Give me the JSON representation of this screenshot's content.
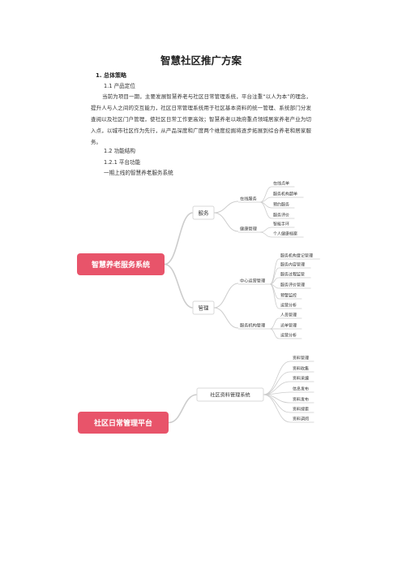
{
  "title": "智慧社区推广方案",
  "section1": "1. 总体策略",
  "s11": "1.1 产品定位",
  "paragraph": "当前为项目一期，主要发展智慧养老与社区日常管理系统，平台注重“以人为本”的理念，提升人与人之间的交互能力，社区日常管理系统用于社区基本资料的统一管理、系统部门分发查阅以及社区门户管理，使社区日常工作更高效；智慧养老以政府重点领域居家养老产业为切入点，以城市社区作为先行，从产品深度和广度两个维度挖掘将逐步拓展到综合养老和居家服务。",
  "s12": "1.2 功能结构",
  "s121": "1.2.1 平台功能",
  "phase1": "一期上线的智慧养老服务系统",
  "mindmap1": {
    "root": "智慧养老服务系统",
    "branches": [
      {
        "label": "服务",
        "groups": [
          {
            "label": "在线服务",
            "leaves": [
              "在线点单",
              "服务机构超单",
              "预约服务",
              "服务评价"
            ]
          },
          {
            "label": "健康管理",
            "leaves": [
              "智能手环",
              "个人健康档案"
            ]
          }
        ]
      },
      {
        "label": "管理",
        "groups": [
          {
            "label": "中心运营管理",
            "leaves": [
              "服务机构登记管理",
              "服务内容管理",
              "服务过程监管",
              "服务评价管理",
              "预警监控",
              "运营分析"
            ]
          },
          {
            "label": "服务机构管理",
            "leaves": [
              "人员管理",
              "派单管理",
              "运营分析"
            ]
          }
        ]
      }
    ]
  },
  "mindmap2": {
    "root": "社区日常管理平台",
    "branch": "社区资料管理系统",
    "leaves": [
      "资料管理",
      "资料收集",
      "资料采编",
      "信息发布",
      "资料发布",
      "资料搜索",
      "资料调阅"
    ]
  },
  "colors": {
    "root": "#e8546a",
    "branch_border": "#d8d8d8",
    "line": "#cccccc",
    "text": "#333333"
  }
}
